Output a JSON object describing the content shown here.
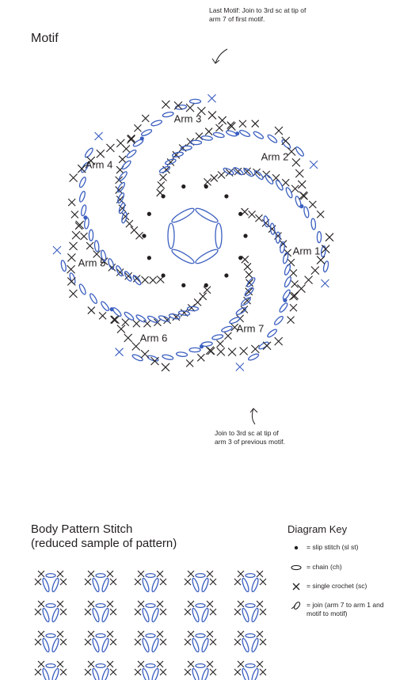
{
  "motif": {
    "title": "Motif",
    "arms": [
      "Arm 1",
      "Arm 2",
      "Arm 3",
      "Arm 4",
      "Arm 5",
      "Arm 6",
      "Arm 7"
    ],
    "note_top_line1": "Last Motif: Join to 3rd sc at tip of",
    "note_top_line2": "arm 7 of first motif.",
    "note_bottom_line1": "Join to 3rd sc at tip of",
    "note_bottom_line2": "arm 3 of previous motif."
  },
  "body_pattern": {
    "title_line1": "Body Pattern Stitch",
    "title_line2": "(reduced sample of pattern)"
  },
  "key": {
    "title": "Diagram Key",
    "items": [
      {
        "symbol": "slip-stitch-dot",
        "text": "= slip stitch (sl st)"
      },
      {
        "symbol": "chain-oval",
        "text": "= chain (ch)"
      },
      {
        "symbol": "single-crochet-x",
        "text": "= single crochet (sc)"
      },
      {
        "symbol": "join-loop",
        "text": "= join (arm 7 to arm 1 and motif to motif)"
      }
    ]
  },
  "colors": {
    "ink": "#231f20",
    "blue": "#3b5fc0"
  }
}
